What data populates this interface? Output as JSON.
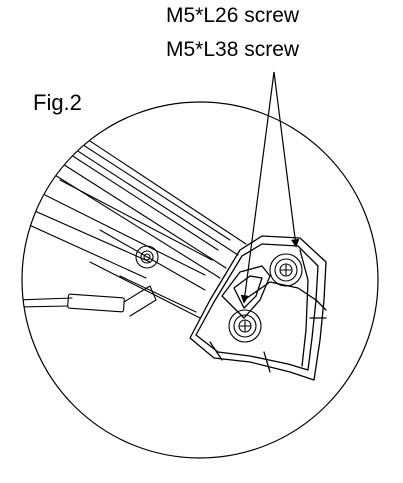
{
  "figure": {
    "label": "Fig.2"
  },
  "callouts": [
    {
      "text": "M5*L26 screw"
    },
    {
      "text": "M5*L38 screw"
    }
  ],
  "colors": {
    "line": "#000000",
    "background": "#ffffff"
  }
}
